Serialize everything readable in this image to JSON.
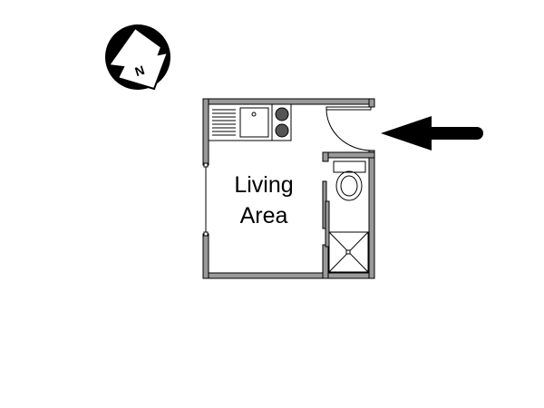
{
  "compass": {
    "label": "N",
    "icon": "north-compass-icon"
  },
  "rooms": [
    {
      "name": "living-area",
      "label_line1": "Living",
      "label_line2": "Area"
    }
  ],
  "entrance": {
    "icon": "entrance-arrow-icon"
  },
  "colors": {
    "wall": "#999999",
    "line": "#000000",
    "background": "#ffffff"
  }
}
